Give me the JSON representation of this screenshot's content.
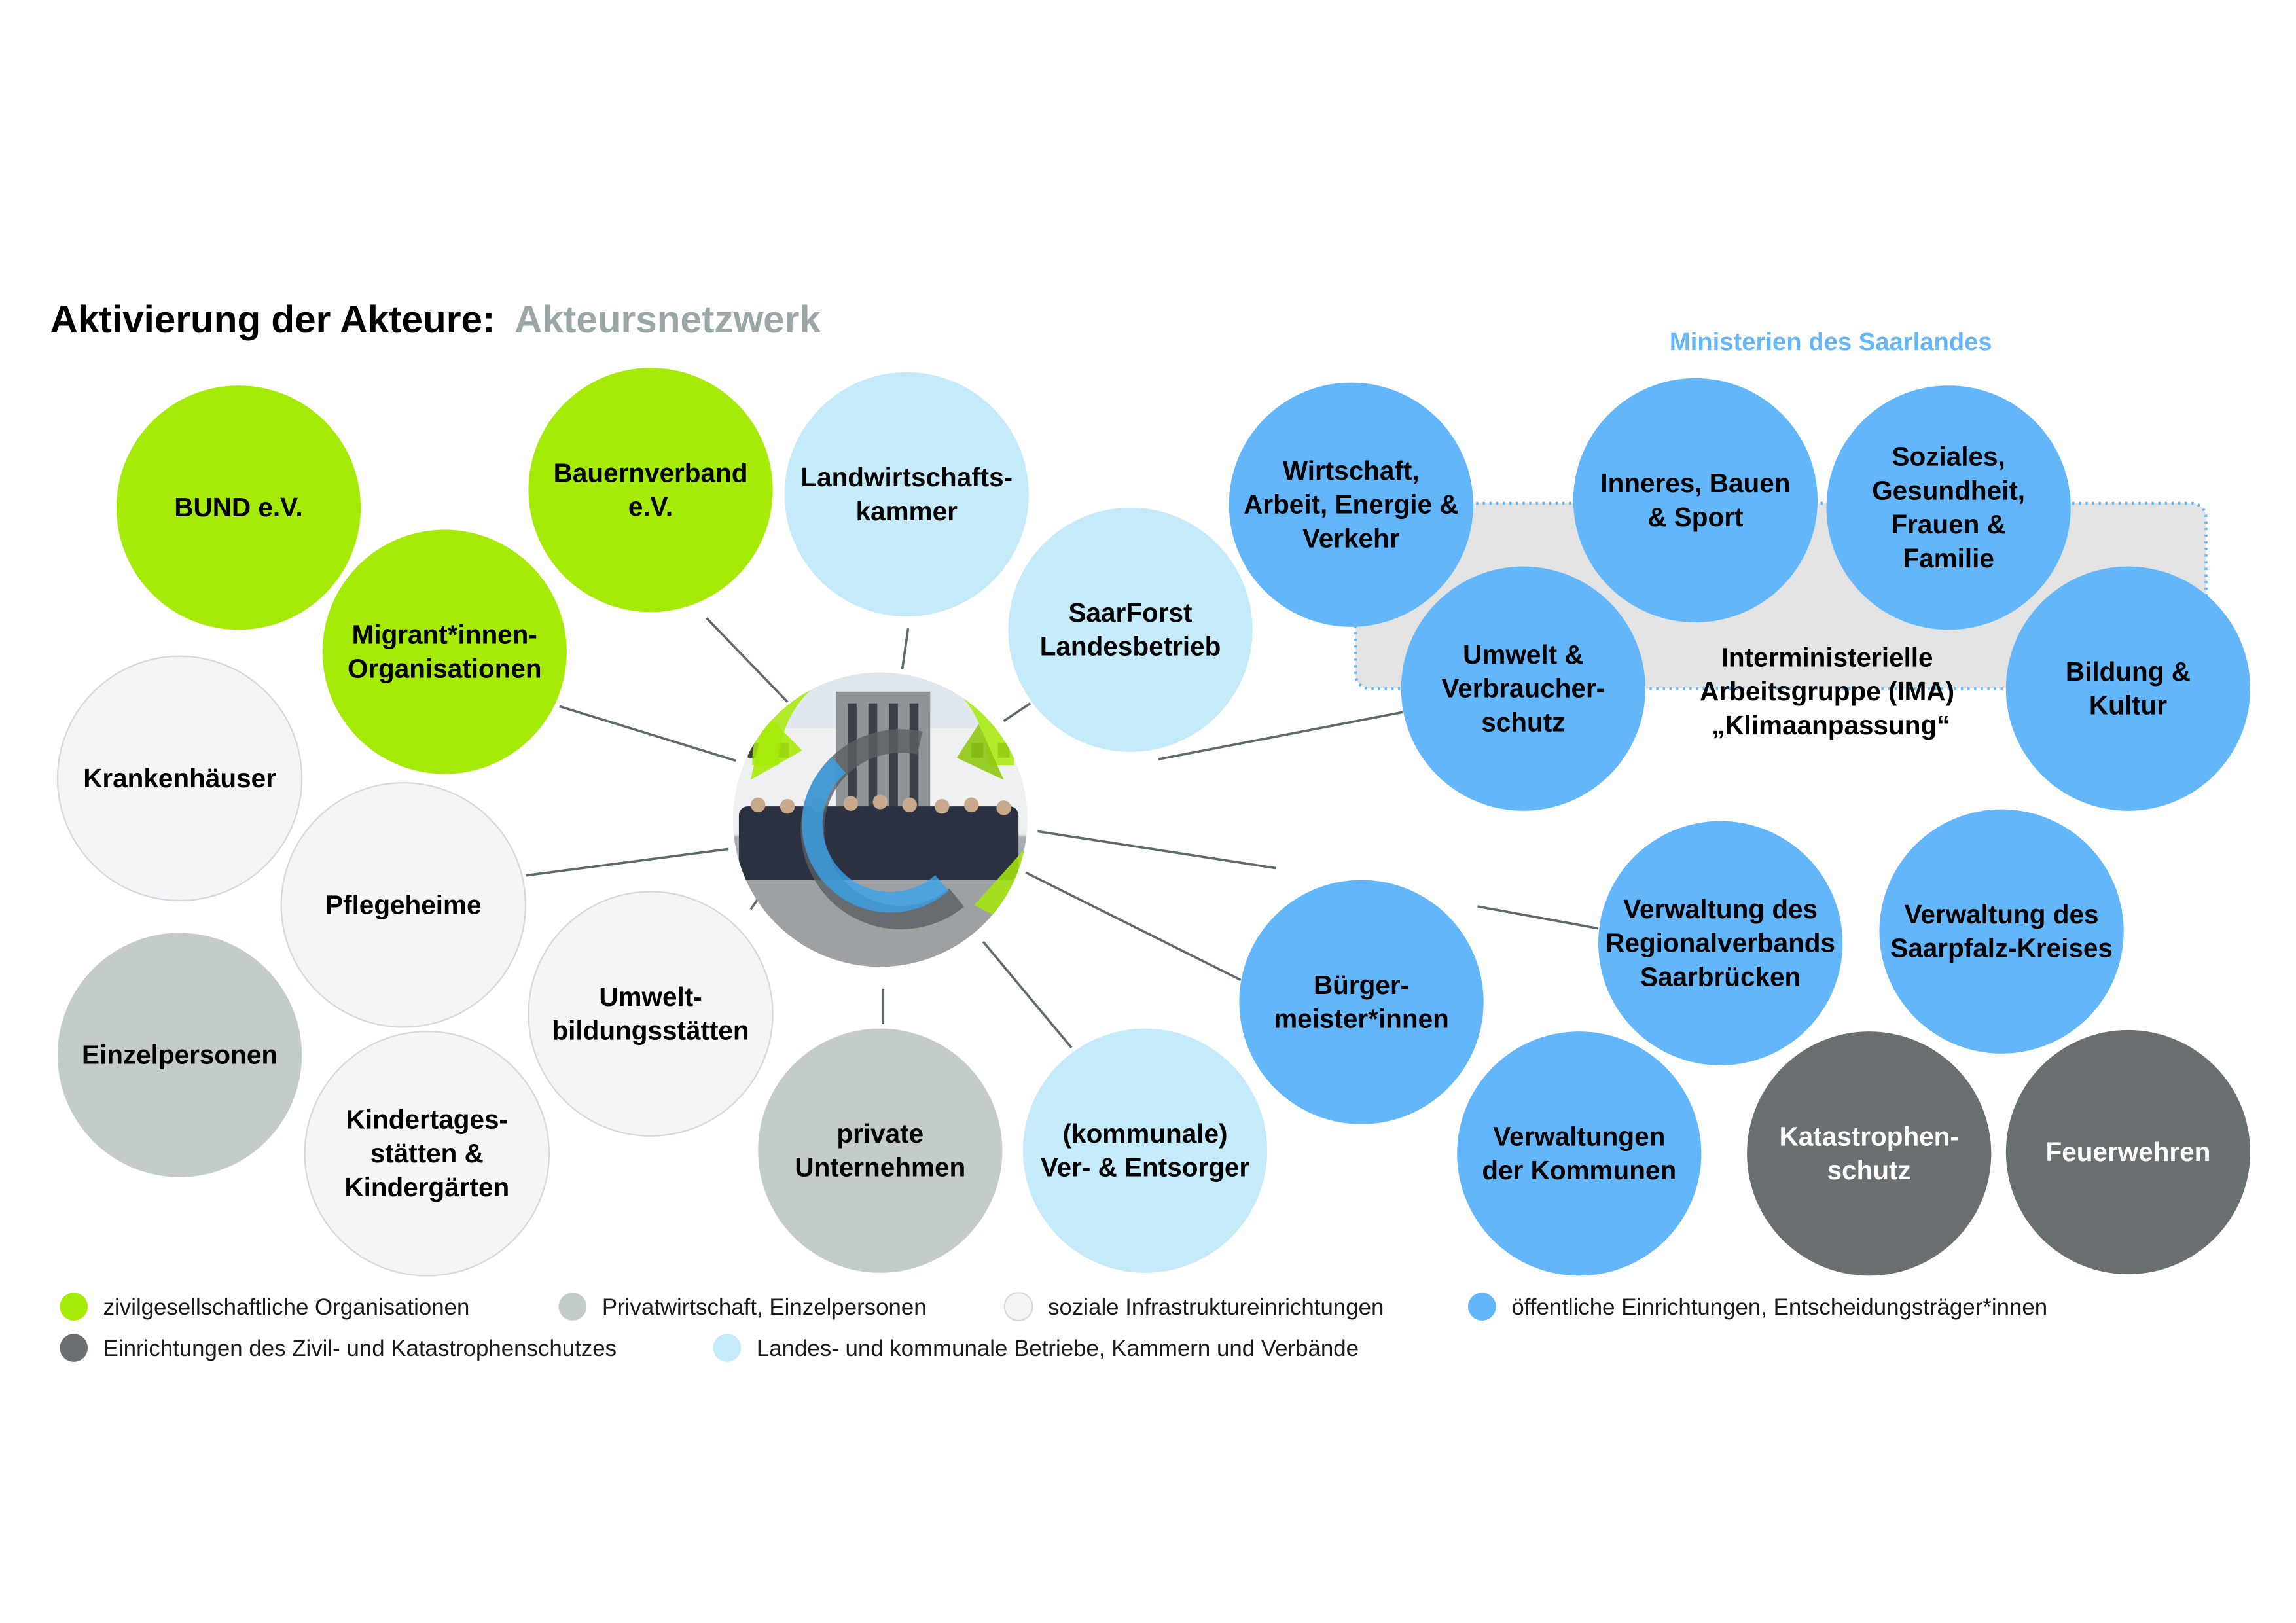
{
  "title": {
    "main": "Aktivierung der Akteure:",
    "sub": "Akteursnetzwerk"
  },
  "ministries_label": "Ministerien des Saarlandes",
  "ima_label": [
    "Interministerielle",
    "Arbeitsgruppe (IMA)",
    "„Klimaanpassung“"
  ],
  "colors": {
    "zivil": "#a6ea08",
    "privat": "#c3cccb",
    "sozial": "#f4f5f7",
    "oeffentlich": "#62b6f9",
    "katastrophe": "#6a7071",
    "betriebe": "#c5eaf9",
    "link": "#5f6b6b",
    "title_sub": "#9aa7a6",
    "ministries": "#62b6f9"
  },
  "center": {
    "label": "Akteursnetzwerk Foto mit Kreislauf-Pfeilen"
  },
  "nodes": [
    {
      "id": "bund",
      "category": "zivil",
      "lines": [
        "BUND e.V."
      ]
    },
    {
      "id": "bauernverband",
      "category": "zivil",
      "lines": [
        "Bauernverband",
        "e.V."
      ]
    },
    {
      "id": "landwirtschaftskammer",
      "category": "betriebe",
      "lines": [
        "Landwirtschafts-",
        "kammer"
      ]
    },
    {
      "id": "migrant",
      "category": "zivil",
      "lines": [
        "Migrant*innen-",
        "Organisationen"
      ]
    },
    {
      "id": "saarforst",
      "category": "betriebe",
      "lines": [
        "SaarForst",
        "Landesbetrieb"
      ]
    },
    {
      "id": "krankenhaeuser",
      "category": "sozial",
      "lines": [
        "Krankenhäuser"
      ]
    },
    {
      "id": "pflegeheime",
      "category": "sozial",
      "lines": [
        "Pflegeheime"
      ]
    },
    {
      "id": "einzelpersonen",
      "category": "privat",
      "lines": [
        "Einzelpersonen"
      ]
    },
    {
      "id": "umweltbildung",
      "category": "sozial",
      "lines": [
        "Umwelt-",
        "bildungsstätten"
      ]
    },
    {
      "id": "kita",
      "category": "sozial",
      "lines": [
        "Kindertages-",
        "stätten &",
        "Kindergärten"
      ]
    },
    {
      "id": "private",
      "category": "privat",
      "lines": [
        "private",
        "Unternehmen"
      ]
    },
    {
      "id": "kommunale",
      "category": "betriebe",
      "lines": [
        "(kommunale)",
        "Ver- & Entsorger"
      ]
    },
    {
      "id": "wirtschaft",
      "category": "oeffentlich",
      "lines": [
        "Wirtschaft,",
        "Arbeit, Energie &",
        "Verkehr"
      ]
    },
    {
      "id": "inneres",
      "category": "oeffentlich",
      "lines": [
        "Inneres, Bauen",
        "& Sport"
      ]
    },
    {
      "id": "soziales",
      "category": "oeffentlich",
      "lines": [
        "Soziales,",
        "Gesundheit,",
        "Frauen &",
        "Familie"
      ]
    },
    {
      "id": "umwelt",
      "category": "oeffentlich",
      "lines": [
        "Umwelt &",
        "Verbraucher-",
        "schutz"
      ]
    },
    {
      "id": "bildung",
      "category": "oeffentlich",
      "lines": [
        "Bildung &",
        "Kultur"
      ]
    },
    {
      "id": "buerger",
      "category": "oeffentlich",
      "lines": [
        "Bürger-",
        "meister*innen"
      ]
    },
    {
      "id": "regional",
      "category": "oeffentlich",
      "lines": [
        "Verwaltung des",
        "Regionalverbands",
        "Saarbrücken"
      ]
    },
    {
      "id": "saarpfalz",
      "category": "oeffentlich",
      "lines": [
        "Verwaltung des",
        "Saarpfalz-Kreises"
      ]
    },
    {
      "id": "kommunen",
      "category": "oeffentlich",
      "lines": [
        "Verwaltungen",
        "der Kommunen"
      ]
    },
    {
      "id": "katastrophenschutz",
      "category": "katastrophe",
      "lines": [
        "Katastrophen-",
        "schutz"
      ]
    },
    {
      "id": "feuerwehren",
      "category": "katastrophe",
      "lines": [
        "Feuerwehren"
      ]
    }
  ],
  "legend": [
    {
      "category": "zivil",
      "label": "zivilgesellschaftliche Organisationen"
    },
    {
      "category": "privat",
      "label": "Privatwirtschaft, Einzelpersonen"
    },
    {
      "category": "sozial",
      "label": "soziale Infrastruktureinrichtungen"
    },
    {
      "category": "oeffentlich",
      "label": "öffentliche Einrichtungen, Entscheidungsträger*innen"
    },
    {
      "category": "katastrophe",
      "label": "Einrichtungen des Zivil- und Katastrophenschutzes"
    },
    {
      "category": "betriebe",
      "label": "Landes- und kommunale Betriebe, Kammern und Verbände"
    }
  ]
}
